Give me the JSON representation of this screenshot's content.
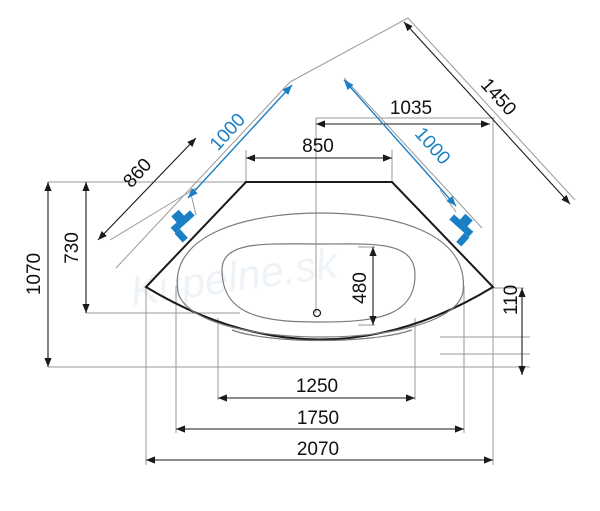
{
  "watermark": "Kupelne.sk",
  "colors": {
    "outline": "#1a1a1a",
    "dimension": "#1a1a1a",
    "extension": "#9a9a9a",
    "accent": "#1a7fc4"
  },
  "icons": [
    "faucet-icon",
    "faucet-icon"
  ],
  "dimensions": {
    "total_width": "2070",
    "outer_basin_width": "1750",
    "inner_basin_width": "1250",
    "front_edge_width": "850",
    "overall_depth": "1070",
    "side_depth": "730",
    "basin_depth": "480",
    "drain_offset": "110",
    "diagonal_span": "1450",
    "right_wall": "1035",
    "left_wall": "860",
    "left_tap_distance": "1000",
    "right_tap_distance": "1000"
  }
}
